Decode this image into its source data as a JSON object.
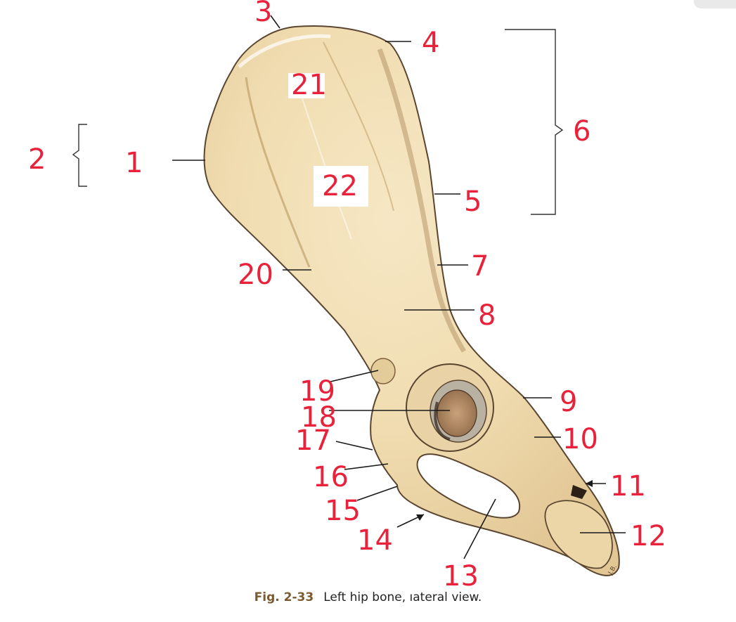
{
  "labels": {
    "l1": "1",
    "l2": "2",
    "l3": "3",
    "l4": "4",
    "l5": "5",
    "l6": "6",
    "l7": "7",
    "l8": "8",
    "l9": "9",
    "l10": "10",
    "l11": "11",
    "l12": "12",
    "l13": "13",
    "l14": "14",
    "l15": "15",
    "l16": "16",
    "l17": "17",
    "l18": "18",
    "l19": "19",
    "l20": "20",
    "l21": "21",
    "l22": "22"
  },
  "caption": {
    "number": "Fig. 2-33",
    "text": "Left hip bone, ıateral view."
  },
  "colors": {
    "label_ink": "#e8223a",
    "bone_fill": "#f2e3bd",
    "bone_shadow": "#d9c08f",
    "caption_number": "#7b5b2e"
  }
}
